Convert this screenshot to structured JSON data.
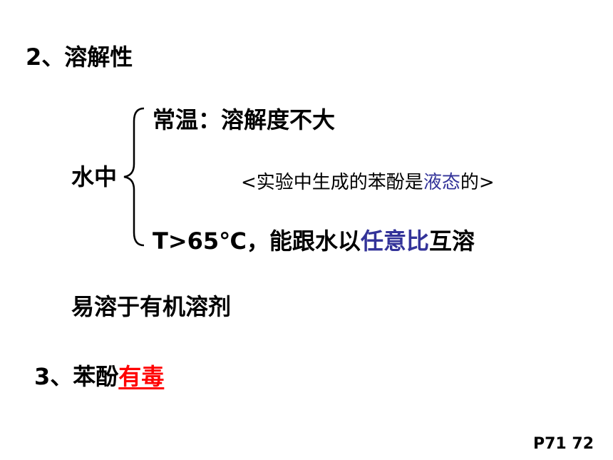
{
  "section2": {
    "title": "2、溶解性"
  },
  "water": {
    "label": "水中",
    "normal_temp": "常温：溶解度不大",
    "note": {
      "open": "<",
      "text_before": "实验中生成的苯酚是",
      "highlight": "液态",
      "text_after": "的",
      "close": ">"
    },
    "high_temp": {
      "text_before": "T>65℃，能跟水以",
      "highlight": "任意比",
      "text_after": "互溶"
    }
  },
  "organic": "易溶于有机溶剂",
  "section3": {
    "text": "3、苯酚",
    "highlight": "有毒"
  },
  "page_ref": "P71  72",
  "colors": {
    "blue_highlight": "#333399",
    "red_highlight": "#ff0000"
  }
}
